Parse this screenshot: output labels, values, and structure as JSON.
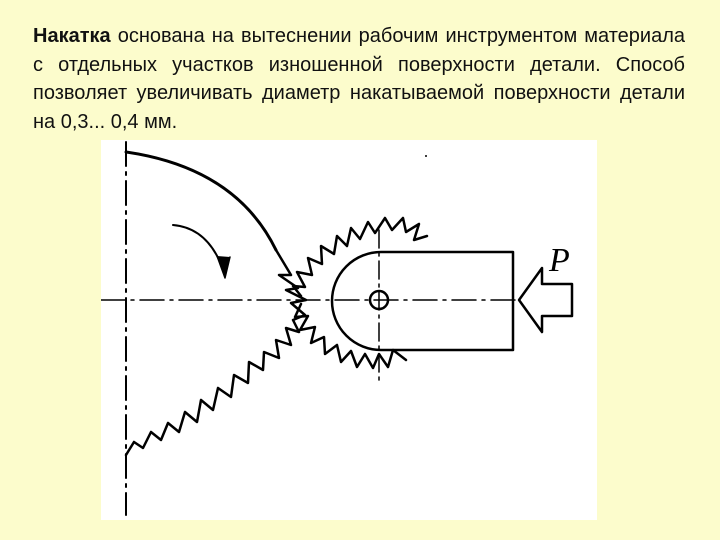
{
  "text": {
    "term": "Накатка",
    "body": " основана на вытеснении рабочим инструментом материала с отдельных участков изношенной поверхности детали. Способ позволяет увеличивать диаметр накатываемой поверхности детали на 0,3... 0,4 мм."
  },
  "figure": {
    "force_label": "P",
    "icons": [
      "rotation-arrow-icon",
      "force-arrow-icon"
    ]
  }
}
